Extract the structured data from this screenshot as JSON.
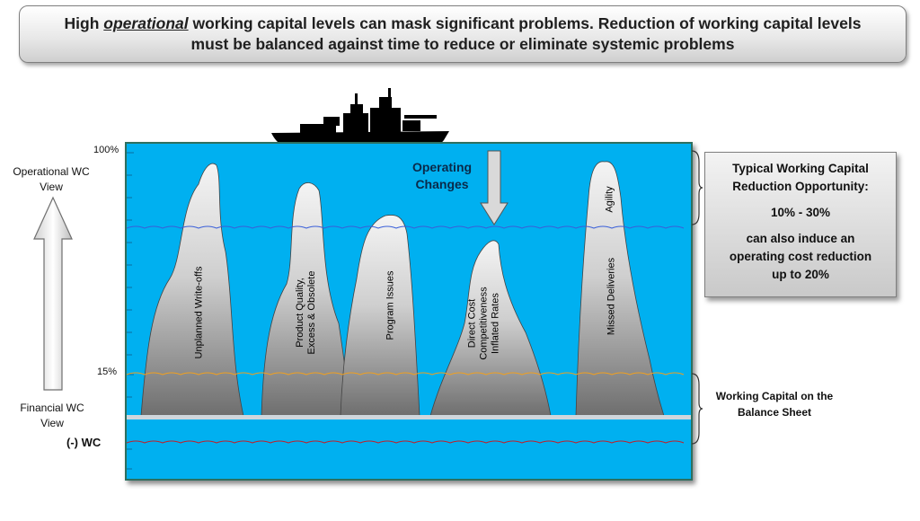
{
  "header": {
    "line1_pre": "High ",
    "line1_em": "operational",
    "line1_post": " working capital levels can mask significant problems. Reduction of working capital levels",
    "line2": "must be balanced against time to reduce or eliminate systemic problems"
  },
  "left_axis": {
    "top_label": "Operational WC View",
    "bottom_label": "Financial WC View",
    "neg_wc_label": "(-) WC",
    "pct_100": "100%",
    "pct_15": "15%"
  },
  "icebergs": [
    {
      "label_lines": [
        "Unplanned Write-offs"
      ]
    },
    {
      "label_lines": [
        "Product Quality,",
        "Excess & Obsolete"
      ]
    },
    {
      "label_lines": [
        "Program Issues"
      ]
    },
    {
      "label_lines": [
        "Direct Cost",
        "Competitiveness",
        "Inflated Rates"
      ]
    },
    {
      "label_lines": [
        "Missed Deliveries"
      ]
    }
  ],
  "agility_label": "Agility",
  "operating_changes": {
    "line1": "Operating",
    "line2": "Changes"
  },
  "opportunity_box": {
    "title_line1": "Typical Working Capital",
    "title_line2": "Reduction Opportunity:",
    "range": "10% - 30%",
    "note_line1": "can also induce an",
    "note_line2": "operating cost reduction",
    "note_line3": "up to 20%"
  },
  "balance_sheet_note": {
    "line1": "Working Capital on the",
    "line2": "Balance Sheet"
  },
  "colors": {
    "ocean": "#00b0f0",
    "waterline_blue": "#3a5fd9",
    "waterline_orange": "#f0a020",
    "waterline_red": "#c0202a",
    "iceberg_light": "#f4f4f4",
    "iceberg_dark": "#7a7a7a",
    "seafloor_bar": "#cfd6dc",
    "ship": "#000000"
  }
}
